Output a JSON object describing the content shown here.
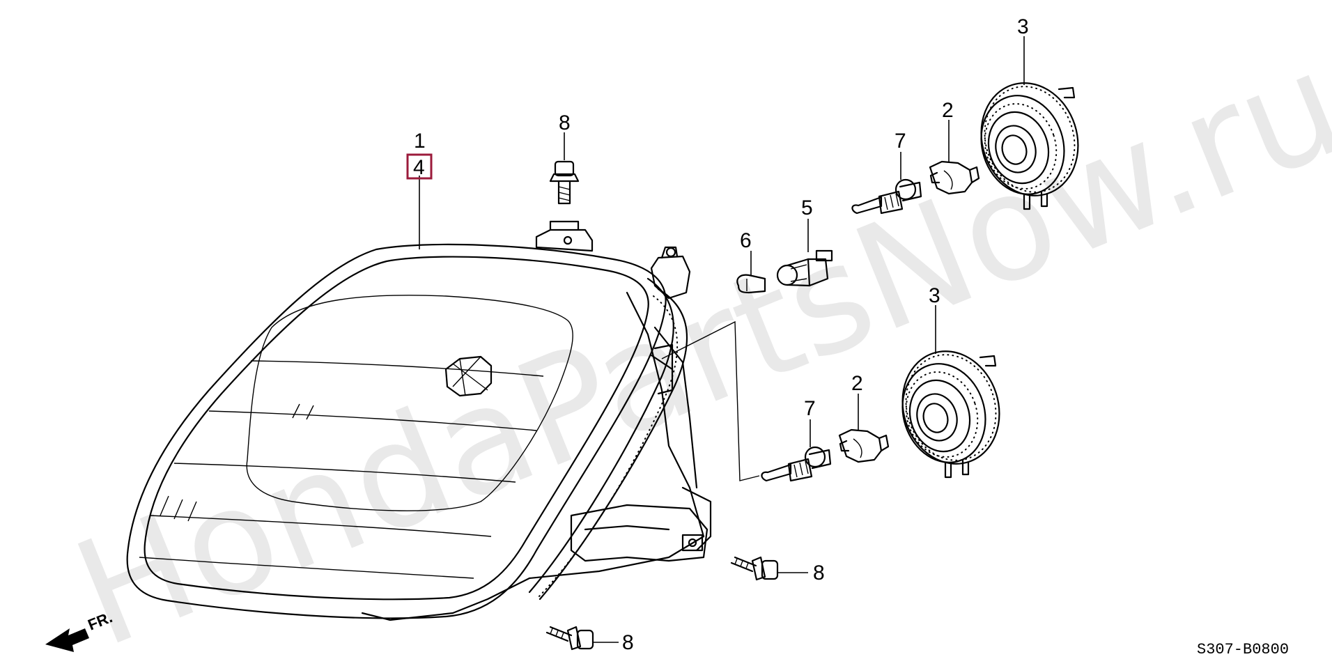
{
  "watermark": "HondaPartsNow.ru",
  "diagram_code": "S307-B0800",
  "front_label": "FR.",
  "highlight_color": "#9b1b3b",
  "callouts": {
    "headlight_assembly": "1",
    "headlight_assembly_sub": "4",
    "socket_upper": "2",
    "socket_lower": "2",
    "dust_cap_upper": "3",
    "dust_cap_lower": "3",
    "position_socket": "5",
    "position_bulb": "6",
    "halogen_bulb_upper": "7",
    "halogen_bulb_lower": "7",
    "bolt_top": "8",
    "bolt_mid": "8",
    "bolt_bottom": "8"
  }
}
